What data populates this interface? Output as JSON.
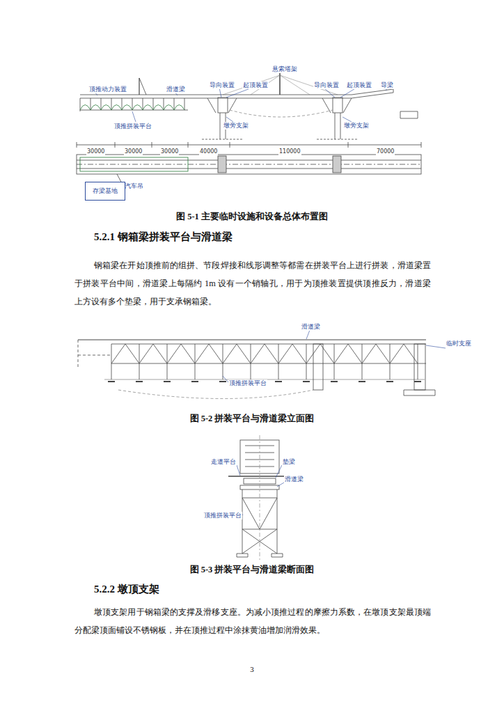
{
  "diagram": {
    "nodes": [
      {
        "text": [
          "存梁基地"
        ]
      }
    ],
    "labels": [
      "顶推动力装置",
      "滑道梁",
      "导向装置",
      "起顶装置",
      "悬索塔架",
      "导向装置",
      "起顶装置",
      "导梁",
      "顶推拼装平台",
      "墩旁支架",
      "墩旁支架",
      "30000",
      "30000",
      "30000",
      "40000",
      "110000",
      "70000",
      "汽车吊",
      "图 5-1 主要临时设施和设备总体布置图",
      "5.2.1 钢箱梁拼装平台与滑道梁",
      "钢箱梁在开始顶推前的组拼、节段焊接和线形调整等都需在拼装平台上进行拼装，滑道梁置于拼装平台中间，滑道梁上每隔约 1m 设有一个销轴孔，用于为顶推装置提供顶推反力，滑道梁上方设有多个垫梁，用于支承钢箱梁。",
      "滑道梁",
      "临时支座",
      "顶推拼装平台",
      "图 5-2 拼装平台与滑道梁立面图",
      "走道平台",
      "垫梁",
      "滑道梁",
      "顶推拼装平台",
      "图 5-3 拼装平台与滑道梁断面图",
      "5.2.2 墩顶支架",
      "墩顶支架用于钢箱梁的支撑及滑移支座。为减小顶推过程的摩擦力系数，在墩顶支架最顶端分配梁顶面铺设不锈钢板，并在顶推过程中涂抹黄油增加润滑效果。",
      "3"
    ]
  }
}
